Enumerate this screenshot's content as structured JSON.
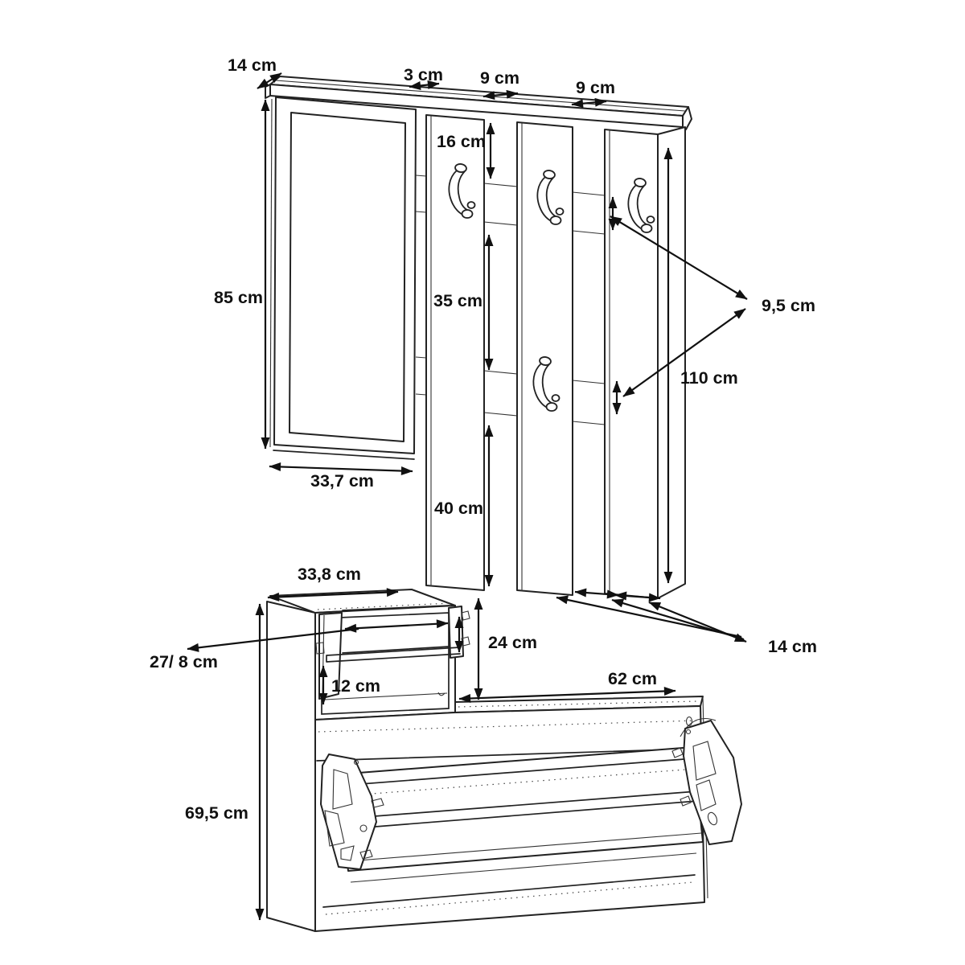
{
  "labels": {
    "shelf_depth": "14 cm",
    "panel_gap": "3 cm",
    "panel_width_left": "9 cm",
    "panel_width_right": "9 cm",
    "hook_top_offset": "16 cm",
    "mirror_height": "85 cm",
    "hook_spacing": "35 cm",
    "panel_bottom_section": "40 cm",
    "mirror_width": "33,7 cm",
    "hook_projection": "9,5 cm",
    "panel_height": "110 cm",
    "console_top_width": "33,8 cm",
    "niche_inner": "27/ 8 cm",
    "niche_height": "12 cm",
    "wall_clearance": "24 cm",
    "cabinet_body_width": "62 cm",
    "panel_bottom_depth": "14 cm",
    "cabinet_height": "69,5 cm"
  }
}
